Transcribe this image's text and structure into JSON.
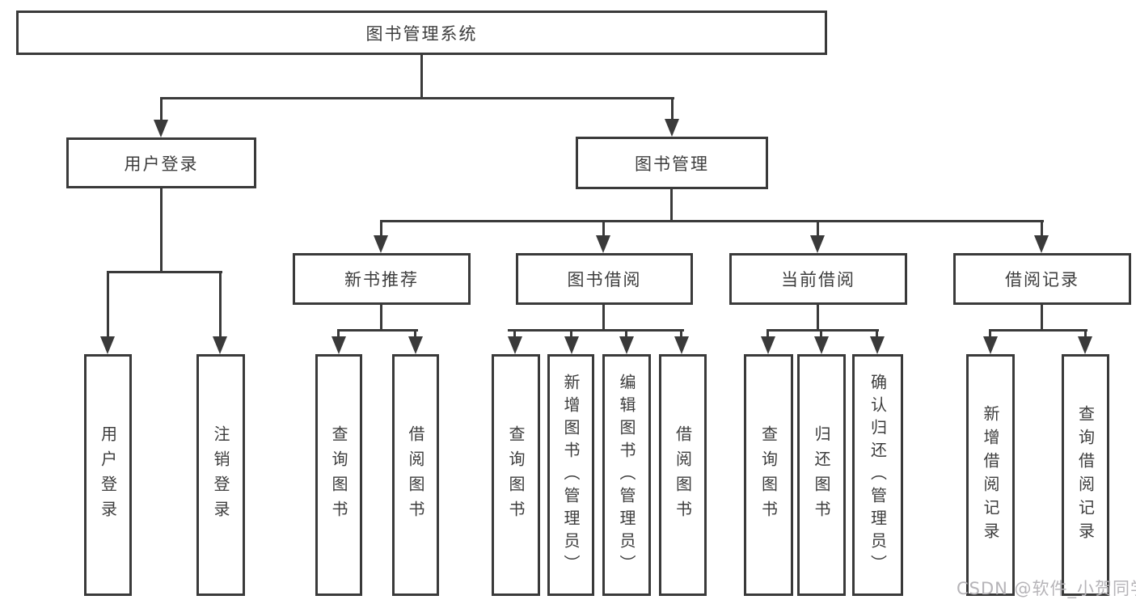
{
  "page": {
    "background": "#ffffff"
  },
  "colors": {
    "line": "#3a3a3a",
    "text": "#3d3d3d",
    "watermark": "#b6b4b8"
  },
  "watermark": {
    "text": "CSDN @软件_小贺同学"
  },
  "tree": {
    "root": {
      "label": "图书管理系统"
    },
    "level2": [
      {
        "label": "用户登录"
      },
      {
        "label": "图书管理"
      }
    ],
    "level3": [
      {
        "label": "新书推荐"
      },
      {
        "label": "图书借阅"
      },
      {
        "label": "当前借阅"
      },
      {
        "label": "借阅记录"
      }
    ],
    "leaves": {
      "user_login": [
        "用户登录",
        "注销登录"
      ],
      "new_book": [
        "查询图书",
        "借阅图书"
      ],
      "book_borrow": [
        "查询图书",
        "新增图书（管理员）",
        "编辑图书（管理员）",
        "借阅图书"
      ],
      "current_borrow": [
        "查询图书",
        "归还图书",
        "确认归还（管理员）"
      ],
      "borrow_records": [
        "新增借阅记录",
        "查询借阅记录"
      ]
    }
  }
}
